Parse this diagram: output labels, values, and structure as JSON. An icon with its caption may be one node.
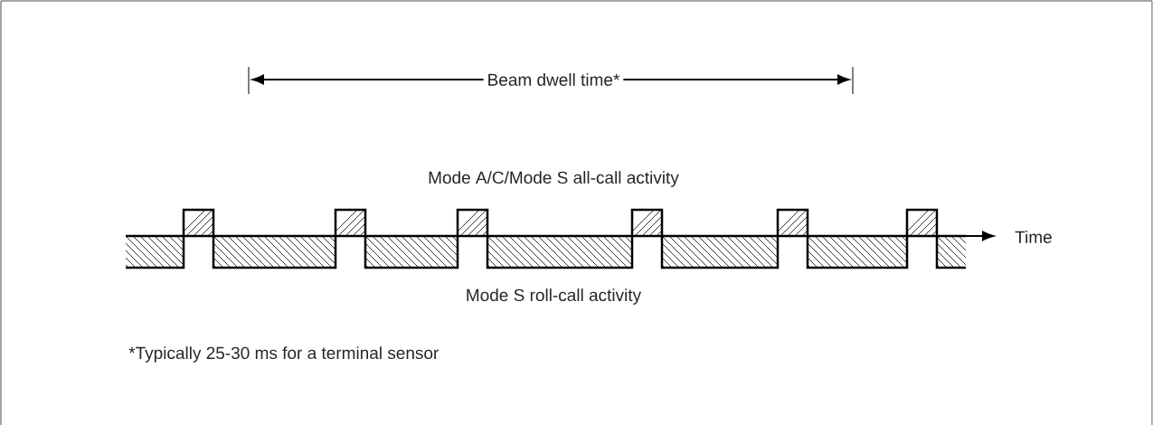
{
  "diagram": {
    "labels": [
      "Beam dwell time*",
      "Mode A/C/Mode S all-call activity",
      "Time",
      "Mode S roll-call activity",
      "*Typically 25-30 ms for a terminal sensor"
    ]
  }
}
